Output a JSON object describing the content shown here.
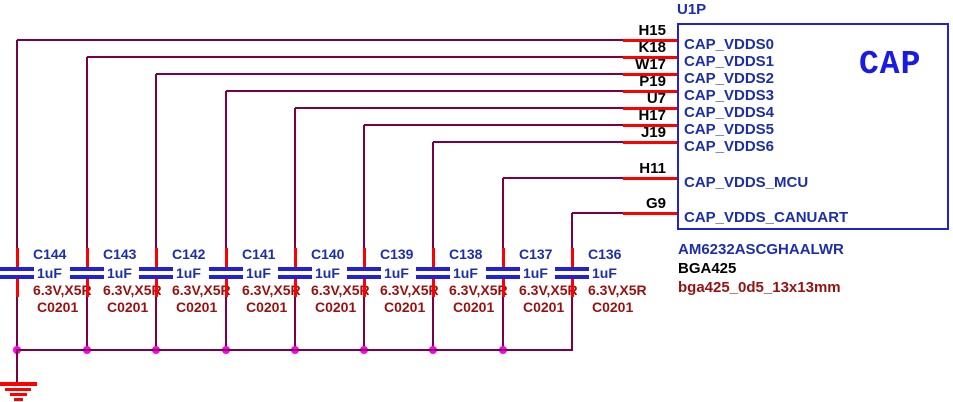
{
  "ic": {
    "refdes": "U1P",
    "symbol_label": "CAP",
    "part_number": "AM6232ASCGHAALWR",
    "package": "BGA425",
    "footprint": "bga425_0d5_13x13mm",
    "pins": [
      {
        "number": "H15",
        "net": "CAP_VDDS0"
      },
      {
        "number": "K18",
        "net": "CAP_VDDS1"
      },
      {
        "number": "W17",
        "net": "CAP_VDDS2"
      },
      {
        "number": "P19",
        "net": "CAP_VDDS3"
      },
      {
        "number": "U7",
        "net": "CAP_VDDS4"
      },
      {
        "number": "H17",
        "net": "CAP_VDDS5"
      },
      {
        "number": "J19",
        "net": "CAP_VDDS6"
      },
      {
        "number": "H11",
        "net": "CAP_VDDS_MCU"
      },
      {
        "number": "G9",
        "net": "CAP_VDDS_CANUART"
      }
    ]
  },
  "capacitors": [
    {
      "refdes": "C144",
      "value": "1uF",
      "rating": "6.3V,X5R",
      "footprint": "C0201"
    },
    {
      "refdes": "C143",
      "value": "1uF",
      "rating": "6.3V,X5R",
      "footprint": "C0201"
    },
    {
      "refdes": "C142",
      "value": "1uF",
      "rating": "6.3V,X5R",
      "footprint": "C0201"
    },
    {
      "refdes": "C141",
      "value": "1uF",
      "rating": "6.3V,X5R",
      "footprint": "C0201"
    },
    {
      "refdes": "C140",
      "value": "1uF",
      "rating": "6.3V,X5R",
      "footprint": "C0201"
    },
    {
      "refdes": "C139",
      "value": "1uF",
      "rating": "6.3V,X5R",
      "footprint": "C0201"
    },
    {
      "refdes": "C138",
      "value": "1uF",
      "rating": "6.3V,X5R",
      "footprint": "C0201"
    },
    {
      "refdes": "C137",
      "value": "1uF",
      "rating": "6.3V,X5R",
      "footprint": "C0201"
    },
    {
      "refdes": "C136",
      "value": "1uF",
      "rating": "6.3V,X5R",
      "footprint": "C0201"
    }
  ],
  "ground": {
    "symbol": "earth-ground"
  },
  "colors": {
    "wire": "#7D0045",
    "pin_red": "#FF0000",
    "symbol_blue": "#2121D6",
    "text_blue": "#1D2FA6",
    "text_dark_red": "#971111",
    "junction_magenta": "#FF00FF",
    "pin_number_black": "#000000",
    "background": "#FFFFFF"
  }
}
